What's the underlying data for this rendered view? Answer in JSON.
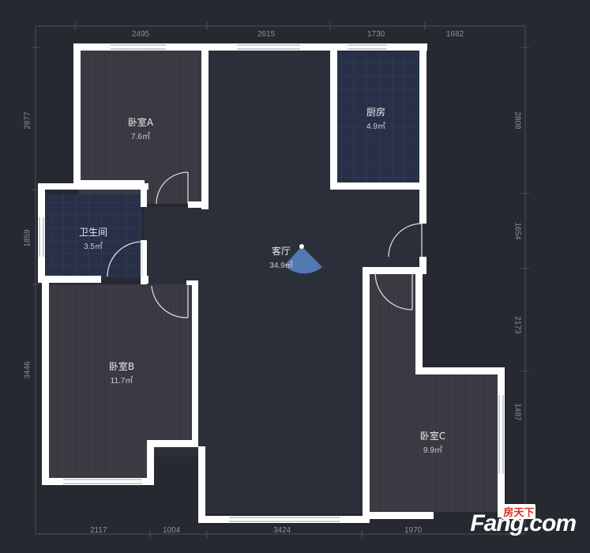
{
  "rooms": {
    "bedroom_a": {
      "name": "卧室A",
      "area": "7.6㎡"
    },
    "kitchen": {
      "name": "厨房",
      "area": "4.9㎡"
    },
    "bathroom": {
      "name": "卫生间",
      "area": "3.5㎡"
    },
    "living": {
      "name": "客厅",
      "area": "34.9㎡"
    },
    "bedroom_b": {
      "name": "卧室B",
      "area": "11.7㎡"
    },
    "bedroom_c": {
      "name": "卧室C",
      "area": "9.9㎡"
    }
  },
  "dimensions": {
    "top": [
      "2495",
      "2615",
      "1730",
      "1682"
    ],
    "bottom": [
      "2117",
      "1004",
      "3424",
      "1970"
    ],
    "left": [
      "2877",
      "1859",
      "3446"
    ],
    "right": [
      "2808",
      "1654",
      "2173",
      "1487"
    ]
  },
  "watermark": {
    "brand": "Fang.com",
    "cn": "房天下"
  },
  "colors": {
    "background": "#262930",
    "wall": "#ffffff",
    "floor_wood": "#3c3c44",
    "floor_tile": "#283047",
    "living_floor": "#2b2f3a"
  }
}
